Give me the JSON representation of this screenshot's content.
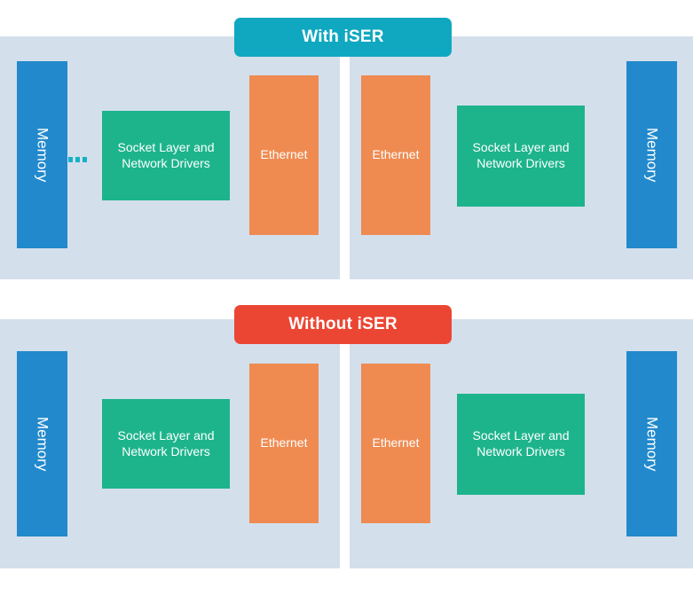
{
  "diagram": {
    "title_top": "With iSER",
    "title_bottom": "Without iSER",
    "colors": {
      "panel_background": "#d4dfec",
      "memory_blue": "#2289cc",
      "socket_green": "#1db48c",
      "ethernet_orange": "#ef8b51",
      "pill_teal": "#0fa8c0",
      "pill_red": "#eb4634",
      "connector_teal": "#15b2c4",
      "page_background": "#ffffff"
    },
    "labels": {
      "memory": "Memory",
      "socket": "Socket Layer and\nNetwork Drivers",
      "socket_line1": "Socket Layer and",
      "socket_line2": "Network Drivers",
      "ethernet": "Ethernet"
    },
    "sections": [
      {
        "id": "with-iser",
        "title": "With iSER",
        "pill_color": "#0fa8c0",
        "has_connector": true,
        "left_host": {
          "boxes": [
            {
              "name": "memory",
              "label": "Memory",
              "color": "#2289cc",
              "orientation": "vertical"
            },
            {
              "name": "socket-layer",
              "label": "Socket Layer and Network Drivers",
              "color": "#1db48c",
              "orientation": "horizontal"
            },
            {
              "name": "ethernet",
              "label": "Ethernet",
              "color": "#ef8b51",
              "orientation": "horizontal"
            }
          ]
        },
        "right_host": {
          "boxes": [
            {
              "name": "ethernet",
              "label": "Ethernet",
              "color": "#ef8b51",
              "orientation": "horizontal"
            },
            {
              "name": "socket-layer",
              "label": "Socket Layer and Network Drivers",
              "color": "#1db48c",
              "orientation": "horizontal"
            },
            {
              "name": "memory",
              "label": "Memory",
              "color": "#2289cc",
              "orientation": "vertical"
            }
          ]
        }
      },
      {
        "id": "without-iser",
        "title": "Without iSER",
        "pill_color": "#eb4634",
        "has_connector": false,
        "left_host": {
          "boxes": [
            {
              "name": "memory",
              "label": "Memory",
              "color": "#2289cc",
              "orientation": "vertical"
            },
            {
              "name": "socket-layer",
              "label": "Socket Layer and Network Drivers",
              "color": "#1db48c",
              "orientation": "horizontal"
            },
            {
              "name": "ethernet",
              "label": "Ethernet",
              "color": "#ef8b51",
              "orientation": "horizontal"
            }
          ]
        },
        "right_host": {
          "boxes": [
            {
              "name": "ethernet",
              "label": "Ethernet",
              "color": "#ef8b51",
              "orientation": "horizontal"
            },
            {
              "name": "socket-layer",
              "label": "Socket Layer and Network Drivers",
              "color": "#1db48c",
              "orientation": "horizontal"
            },
            {
              "name": "memory",
              "label": "Memory",
              "color": "#2289cc",
              "orientation": "vertical"
            }
          ]
        }
      }
    ]
  }
}
